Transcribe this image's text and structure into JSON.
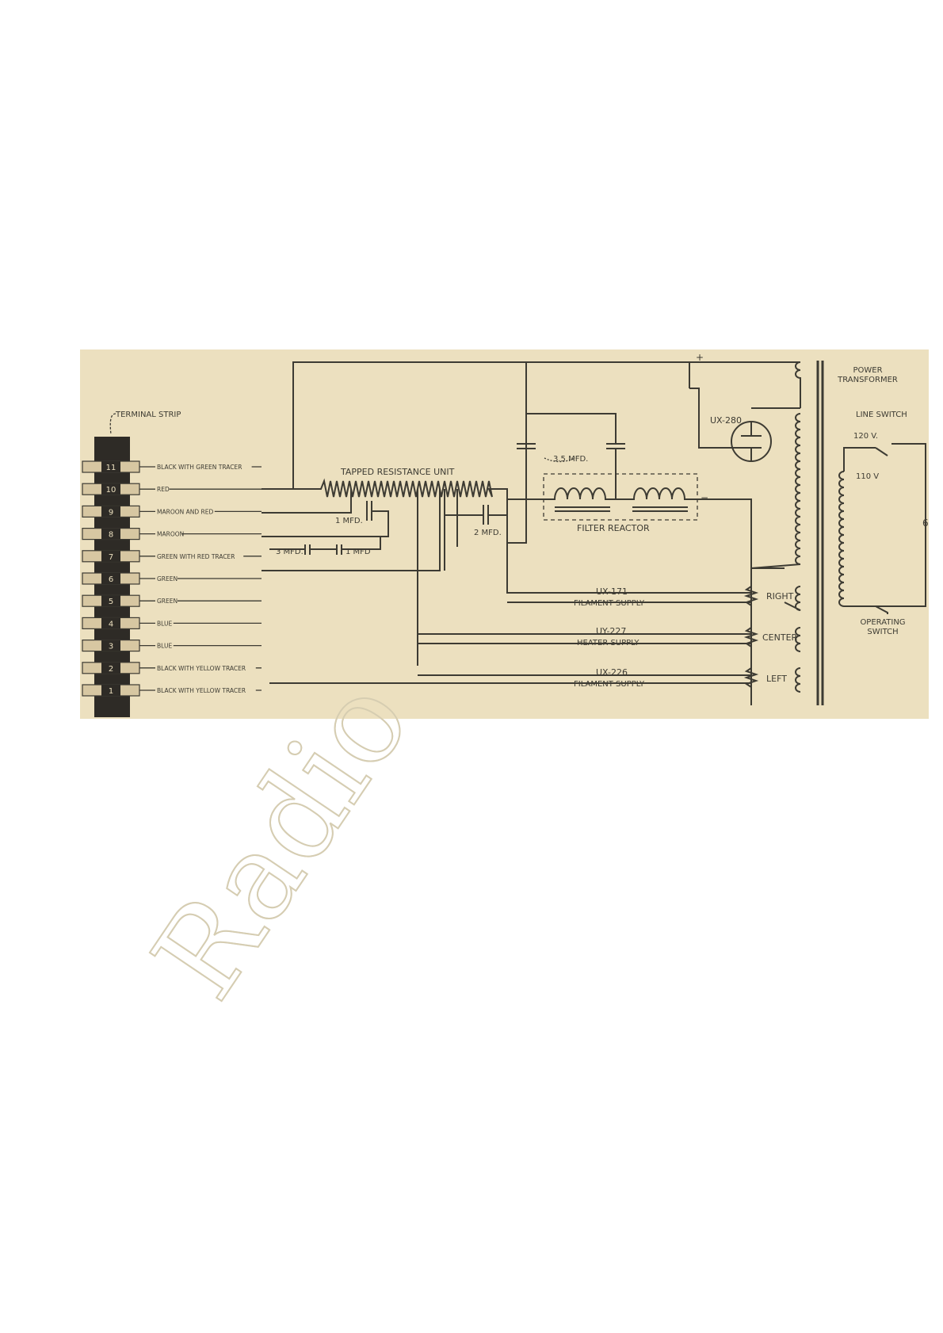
{
  "title": "Power Supply Wiring Diagram",
  "watermark": "Radio",
  "terminal_strip": {
    "label": "TERMINAL STRIP",
    "terminals": [
      {
        "number": "11",
        "wire": "BLACK WITH GREEN TRACER"
      },
      {
        "number": "10",
        "wire": "RED"
      },
      {
        "number": "9",
        "wire": "MAROON AND RED"
      },
      {
        "number": "8",
        "wire": "MAROON"
      },
      {
        "number": "7",
        "wire": "GREEN WITH RED TRACER"
      },
      {
        "number": "6",
        "wire": "GREEN"
      },
      {
        "number": "5",
        "wire": "GREEN"
      },
      {
        "number": "4",
        "wire": "BLUE"
      },
      {
        "number": "3",
        "wire": "BLUE"
      },
      {
        "number": "2",
        "wire": "BLACK WITH YELLOW TRACER"
      },
      {
        "number": "1",
        "wire": "BLACK WITH YELLOW TRACER"
      }
    ]
  },
  "components": {
    "tapped_resistance": "TAPPED RESISTANCE UNIT",
    "cap_1mfd_a": "1 MFD.",
    "cap_1mfd_b": "1 MFD",
    "cap_3mfd": "3 MFD.",
    "cap_2mfd": "2 MFD.",
    "cap_3_5mfd": "3.5 MFD.",
    "filter_reactor": "FILTER REACTOR",
    "rectifier_tube": "UX-280",
    "power_transformer": "POWER TRANSFORMER",
    "line_switch": "LINE SWITCH",
    "tap_120": "120 V.",
    "tap_110": "110 V",
    "operating_switch": "OPERATING SWITCH",
    "plus_sign": "+",
    "minus_sign": "−",
    "edge_mark": "6"
  },
  "supplies": [
    {
      "tube": "UX-171",
      "name": "FILAMENT SUPPLY",
      "position": "RIGHT"
    },
    {
      "tube": "UY-227",
      "name": "HEATER SUPPLY",
      "position": "CENTER"
    },
    {
      "tube": "UX-226",
      "name": "FILAMENT SUPPLY",
      "position": "LEFT"
    }
  ],
  "colors": {
    "paper": "#ece0bf",
    "ink": "#3d3b33",
    "strip": "#2e2b26"
  }
}
